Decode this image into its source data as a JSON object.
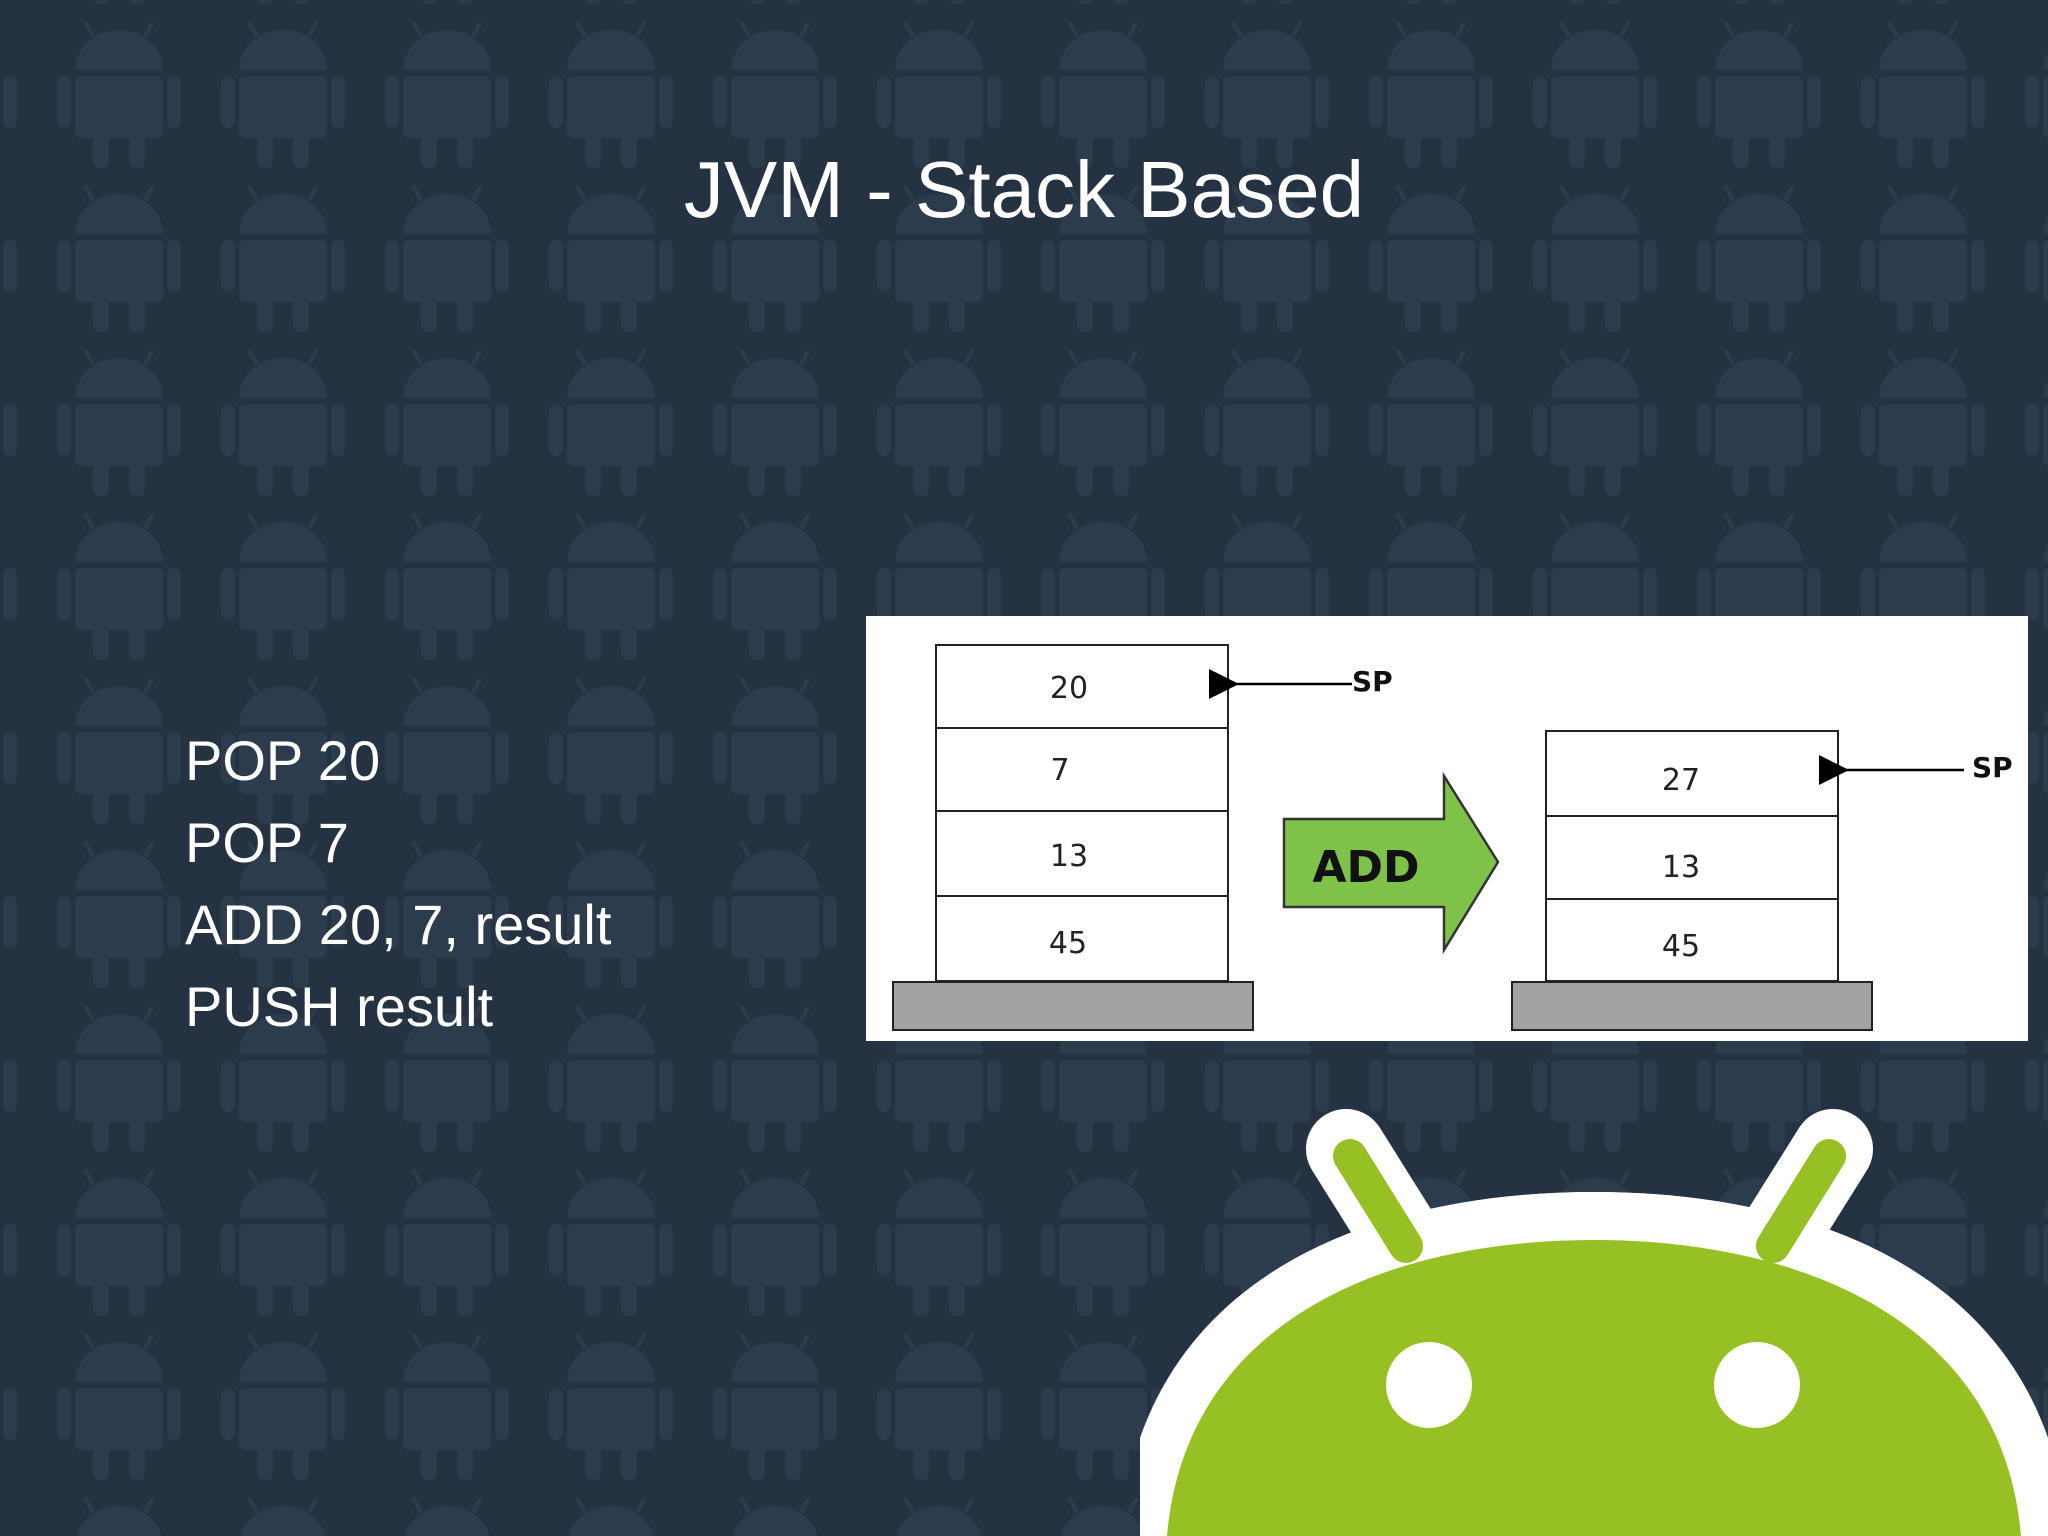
{
  "slide": {
    "title": "JVM - Stack Based",
    "instructions": [
      "POP 20",
      "POP 7",
      "ADD 20, 7, result",
      "PUSH result"
    ]
  },
  "diagram": {
    "before_stack": [
      "20",
      "7",
      "13",
      "45"
    ],
    "after_stack": [
      "27",
      "13",
      "45"
    ],
    "pointer_label": "SP",
    "operation_label": "ADD"
  },
  "colors": {
    "background": "#243242",
    "android_green": "#97c024",
    "arrow_green": "#7ec24a"
  }
}
